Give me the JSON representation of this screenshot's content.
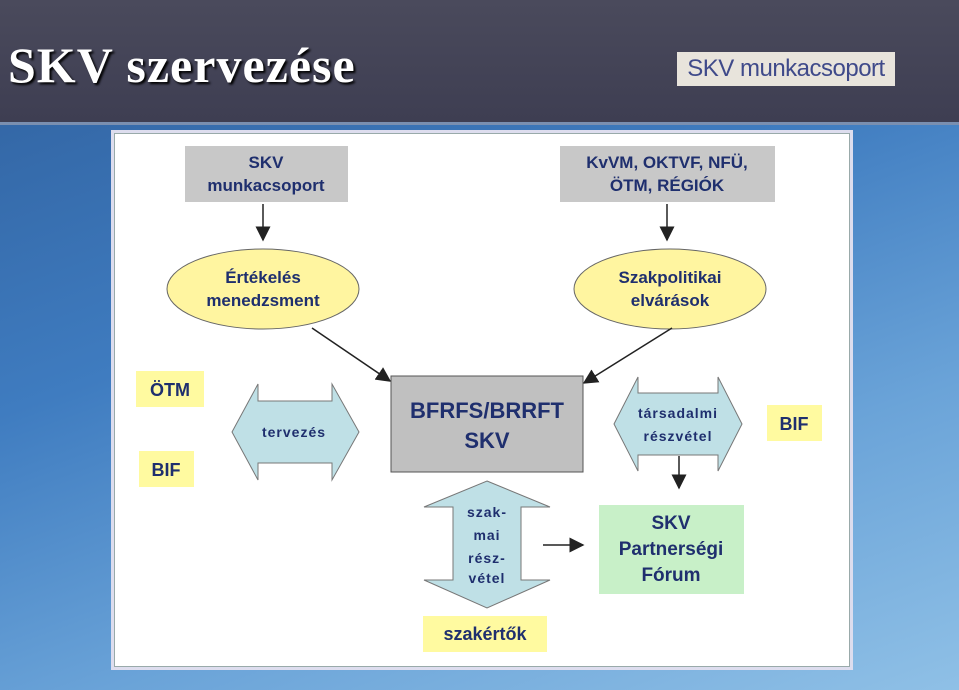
{
  "slide": {
    "title": "SKV szervezése",
    "badge": "SKV munkacsoport"
  },
  "diagram": {
    "box_skv_group": [
      "SKV",
      "munkacsoport"
    ],
    "box_ministries": [
      "KvVM, OKTVF, NFÜ,",
      "ÖTM, RÉGIÓK"
    ],
    "ellipse_evaluation": [
      "Értékelés",
      "menedzsment"
    ],
    "ellipse_policy": [
      "Szakpolitikai",
      "elvárások"
    ],
    "center_box": [
      "BFRFS/BRRFT",
      "SKV"
    ],
    "label_otm": "ÖTM",
    "label_bif_left": "BIF",
    "label_bif_right": "BIF",
    "arrow_planning": "tervezés",
    "arrow_social": [
      "társadalmi",
      "részvétel"
    ],
    "arrow_professional": [
      "szak-",
      "mai",
      "rész-",
      "vétel"
    ],
    "forum_box": [
      "SKV",
      "Partnerségi",
      "Fórum"
    ],
    "experts": "szakértők"
  },
  "colors": {
    "title_bar": "#3e3e52",
    "grey_box": "#c8c8c8",
    "center_box": "#c0c0c0",
    "ellipse_fill": "#fff5a0",
    "yellow_label": "#fffaa0",
    "arrow_fill": "#bfe0e6",
    "forum_fill": "#c8f0c8",
    "text": "#1f2f6e"
  }
}
